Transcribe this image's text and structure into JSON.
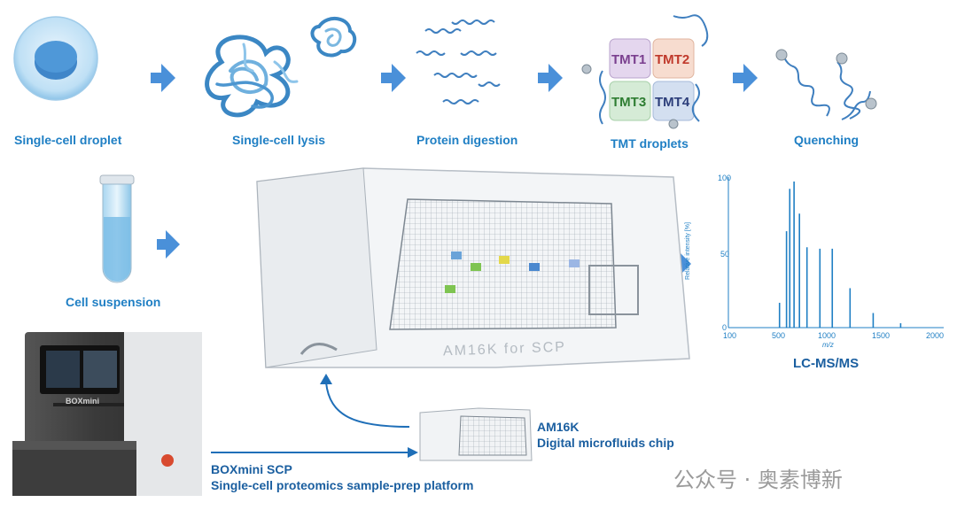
{
  "steps": {
    "droplet": "Single-cell droplet",
    "lysis": "Single-cell lysis",
    "digestion": "Protein digestion",
    "tmt": "TMT droplets",
    "quenching": "Quenching",
    "suspension": "Cell suspension"
  },
  "tmt_tags": [
    "TMT1",
    "TMT2",
    "TMT3",
    "TMT4"
  ],
  "colors": {
    "label_blue": "#1f7fc4",
    "arrow_blue": "#4a90d9",
    "tmt1": "#7a3f8f",
    "tmt2": "#c0392b",
    "tmt3": "#2e7d32",
    "tmt4": "#2c3e7a"
  },
  "chip": {
    "name": "AM16K",
    "desc": "Digital microfluids chip",
    "engraving": "AM16K for SCP"
  },
  "platform": {
    "name": "BOXmini SCP",
    "desc": "Single-cell proteomics sample-prep platform",
    "brand": "BOXmini"
  },
  "spectrum": {
    "title": "LC-MS/MS",
    "ylabel": "Relative intensity [%]",
    "xlabel": "m/z",
    "y_ticks": [
      "0",
      "50",
      "100"
    ],
    "x_ticks": [
      "100",
      "500",
      "1000",
      "1500",
      "2000"
    ]
  },
  "chart_data": {
    "type": "bar",
    "xlabel": "m/z",
    "ylabel": "Relative intensity [%]",
    "xlim": [
      100,
      2100
    ],
    "ylim": [
      0,
      100
    ],
    "x": [
      575,
      640,
      670,
      710,
      760,
      830,
      950,
      1065,
      1230,
      1445,
      1700
    ],
    "values": [
      17,
      66,
      95,
      100,
      78,
      55,
      54,
      54,
      27,
      10,
      3
    ]
  },
  "watermark": "公众号 · 奥素博新"
}
